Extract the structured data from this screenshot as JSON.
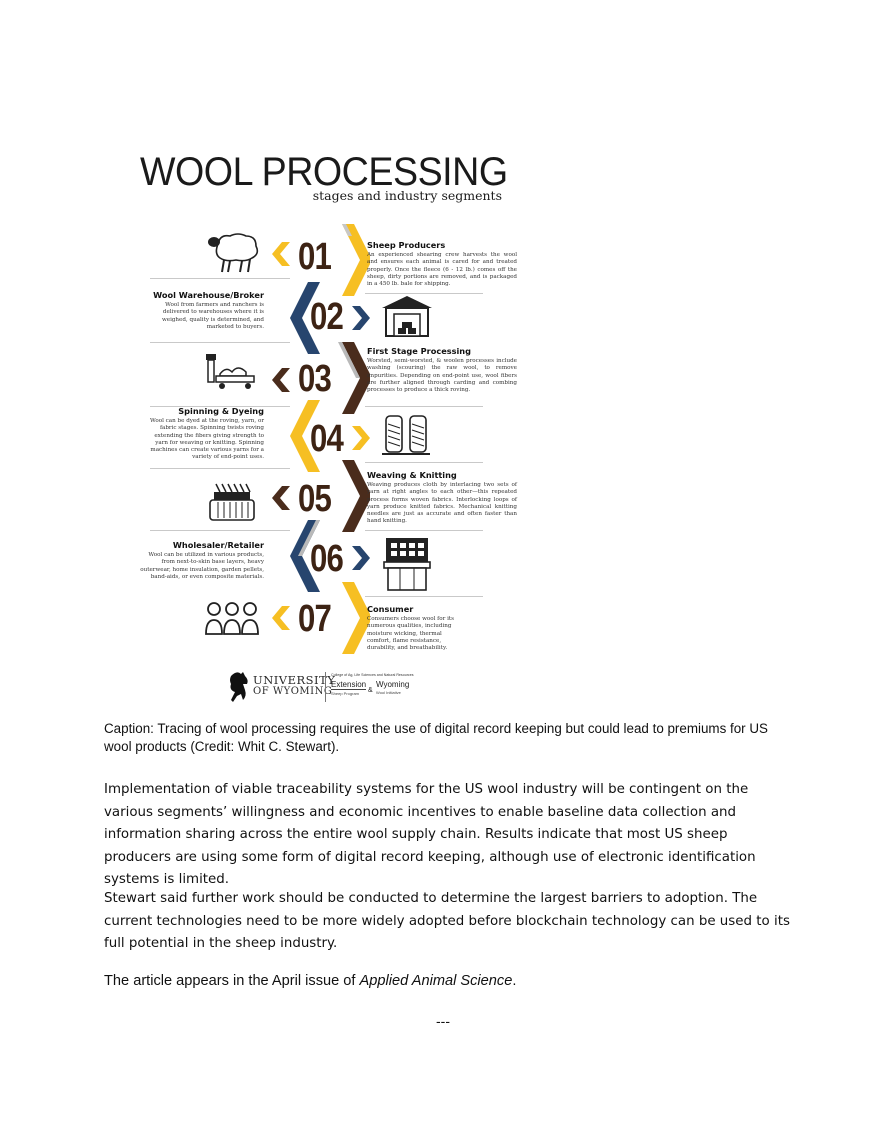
{
  "infographic": {
    "title": "WOOL PROCESSING",
    "subtitle": "stages and industry segments",
    "stages": [
      {
        "number": "01",
        "title": "Sheep Producers",
        "description": "An experienced shearing crew harvests the wool and ensures each animal is cared for and treated properly. Once the fleece (6 - 12 lb.) comes off the sheep, dirty portions are removed, and is packaged in a 450 lb. bale for shipping."
      },
      {
        "number": "02",
        "title": "Wool Warehouse/Broker",
        "description": "Wool from farmers and ranchers is delivered to warehouses where it is weighed, quality is determined, and marketed to buyers."
      },
      {
        "number": "03",
        "title": "First Stage Processing",
        "description": "Worsted, semi-worsted, & woolen processes include washing (scouring) the raw wool, to remove impurities. Depending on end-point use, wool fibers are further aligned through carding and combing processes to produce a thick roving."
      },
      {
        "number": "04",
        "title": "Spinning & Dyeing",
        "description": "Wool can be dyed at the roving, yarn, or fabric stages. Spinning twists roving extending the fibers giving strength to yarn for weaving or knitting. Spinning machines can create various yarns for a variety of end-point uses."
      },
      {
        "number": "05",
        "title": "Weaving & Knitting",
        "description": "Weaving produces cloth by interlacing two sets of yarn at right angles to each other—this repeated process forms woven fabrics. Interlocking loops of yarn produce knitted fabrics. Mechanical knitting needles are just as accurate and often faster than hand knitting."
      },
      {
        "number": "06",
        "title": "Wholesaler/Retailer",
        "description": "Wool can be utilized in various products, from next-to-skin base layers, heavy outerwear, home insulation, garden pellets, band-aids, or even composite materials."
      },
      {
        "number": "07",
        "title": "Consumer",
        "description": "Consumers choose wool for its numerous qualities, including moisture wicking, thermal comfort, flame resistance, durability, and breathability."
      }
    ],
    "logo": {
      "university_line1": "UNIVERSITY",
      "university_line2": "OF WYOMING",
      "college": "College of Ag, Life Sciences and Natural Resources",
      "extension": "Extension",
      "sheep_program": "Sheep Program",
      "amp": "&",
      "wyoming": "Wyoming",
      "wool_initiative": "Wool Initiative"
    },
    "colors": {
      "gold": "#f6bf23",
      "navy": "#27456e",
      "brown": "#4a2c1c",
      "number": "#3d2314"
    }
  },
  "caption": "Caption: Tracing of wool processing requires the use of digital record keeping but could lead to premiums for US wool products (Credit: Whit C. Stewart).",
  "paragraph1": "Implementation of viable traceability systems for the US wool industry will be contingent on the various segments’ willingness and economic incentives to enable baseline data collection and information sharing across the entire wool supply chain. Results indicate that most US sheep producers are using some form of digital record keeping, although use of electronic identification systems is limited.",
  "paragraph2": "Stewart said further work should be conducted to determine the largest barriers to adoption. The current technologies need to be more widely adopted before blockchain technology can be used to its full potential in the sheep industry.",
  "article_prefix": "The article appears in the April issue of ",
  "article_journal": "Applied Animal Science",
  "article_suffix": ".",
  "separator": "---"
}
